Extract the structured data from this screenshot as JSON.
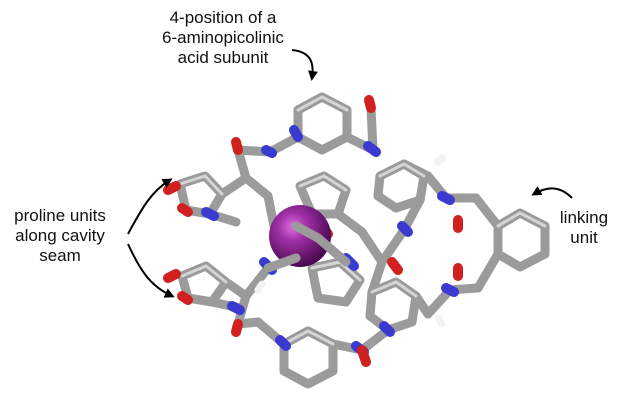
{
  "annotations": {
    "top_label": [
      "4-position of a",
      "6-aminopicolinic",
      "acid subunit"
    ],
    "left_label": [
      "proline units",
      "along cavity",
      "seam"
    ],
    "right_label": [
      "linking",
      "unit"
    ]
  },
  "colors": {
    "carbon": "#9b9b9b",
    "carbon_highlight": "#d8d8d8",
    "nitrogen": "#3a3ad0",
    "oxygen": "#d02020",
    "hydrogen": "#f2f2f2",
    "sodium": "#8a1e8c",
    "arrow": "#000000"
  },
  "icons": {
    "central_ion": "purple-sphere-icon",
    "annotation_arrow": "curved-arrow-icon"
  }
}
